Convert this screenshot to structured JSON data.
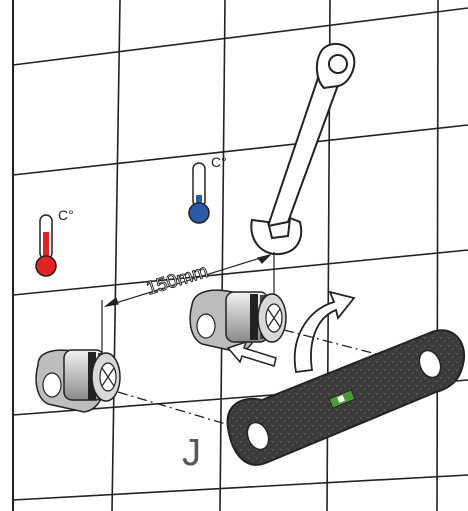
{
  "diagram": {
    "measurement_label": "150mm",
    "part_label": "J",
    "hot_unit_label": "C°",
    "cold_unit_label": "C°",
    "hot_color": "#e32222",
    "cold_color": "#2a5aa8",
    "level_color": "#4a9a3a",
    "icons": [
      "thermometer-hot-icon",
      "thermometer-cold-icon",
      "wrench-icon",
      "rotate-arrow-icon",
      "push-arrow-icon",
      "spirit-level-icon"
    ]
  }
}
